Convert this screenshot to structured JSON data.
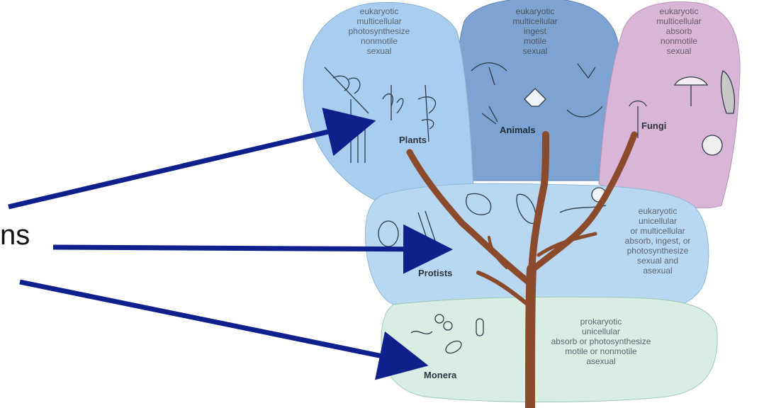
{
  "side_label": "ns",
  "colors": {
    "plants": "#a9cdee",
    "animals": "#7ea2d2",
    "fungi": "#d9b6d8",
    "protists": "#b8d7f1",
    "monera": "#d8eee4",
    "trunk": "#8b4a2b",
    "arrow": "#0f1f8c",
    "caption": "#5c6670"
  },
  "kingdoms": {
    "plants": {
      "name": "Plants",
      "traits": [
        "eukaryotic",
        "multicellular",
        "photosynthesize",
        "nonmotile",
        "sexual"
      ]
    },
    "animals": {
      "name": "Animals",
      "traits": [
        "eukaryotic",
        "multicellular",
        "ingest",
        "motile",
        "sexual"
      ]
    },
    "fungi": {
      "name": "Fungi",
      "traits": [
        "eukaryotic",
        "multicellular",
        "absorb",
        "nonmotile",
        "sexual"
      ]
    },
    "protists": {
      "name": "Protists",
      "traits": [
        "eukaryotic",
        "unicellular",
        "or multicellular",
        "absorb, ingest, or",
        "photosynthesize",
        "sexual and",
        "asexual"
      ]
    },
    "monera": {
      "name": "Monera",
      "traits": [
        "prokaryotic",
        "unicellular",
        "absorb or photosynthesize",
        "motile or nonmotile",
        "asexual"
      ]
    }
  }
}
